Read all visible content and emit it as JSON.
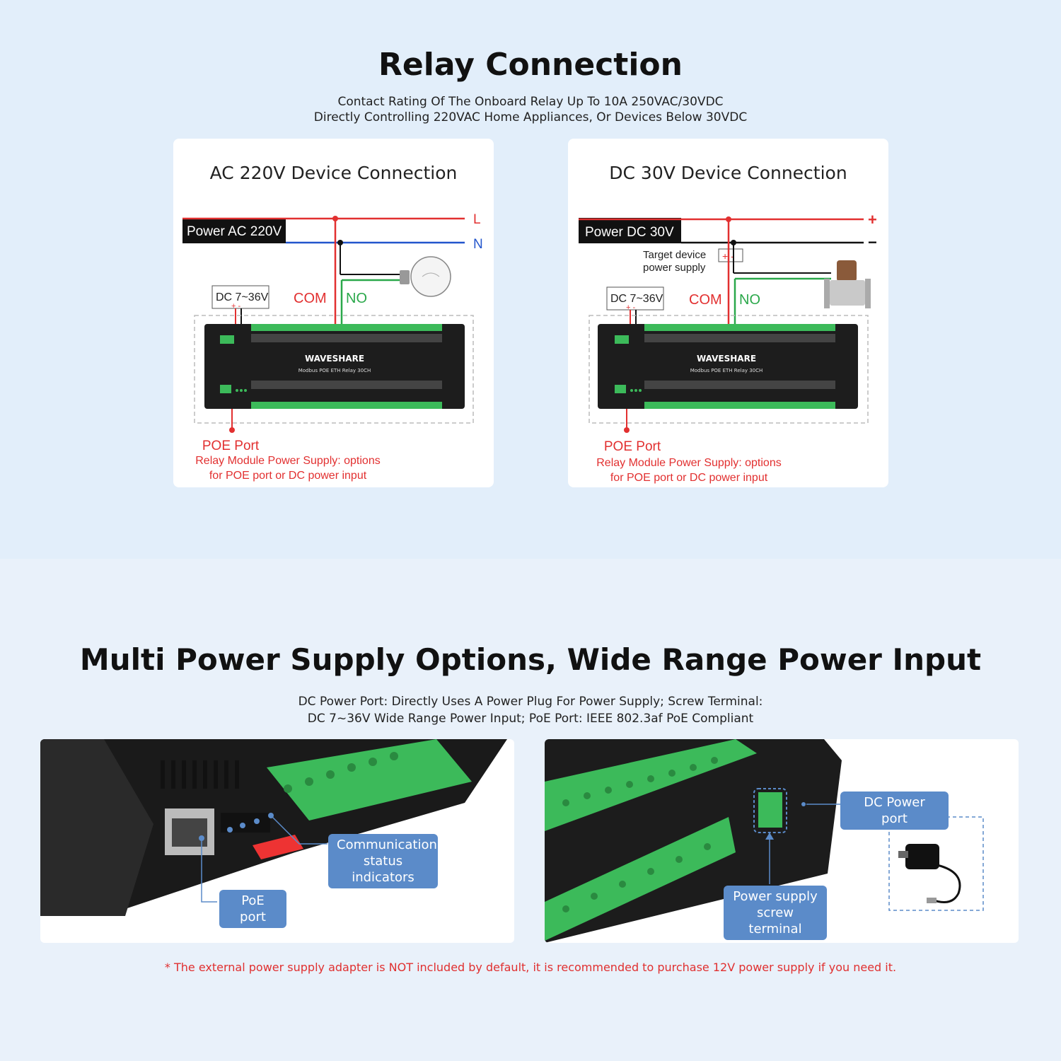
{
  "relay": {
    "title": "Relay Connection",
    "subtitle_line1": "Contact Rating Of The Onboard Relay Up To 10A 250VAC/30VDC",
    "subtitle_line2": "Directly Controlling 220VAC Home Appliances, Or Devices Below 30VDC",
    "ac": {
      "title": "AC 220V Device Connection",
      "power_label": "Power AC 220V",
      "line_l": "L",
      "line_n": "N",
      "dc_label": "DC 7~36V",
      "dc_pm": "+ -",
      "com": "COM",
      "no": "NO",
      "board_brand": "WAVESHARE",
      "board_model": "Modbus POE ETH Relay 30CH",
      "poe_port": "POE Port",
      "note_line1": "Relay Module Power Supply: options",
      "note_line2": "for POE port or DC power input"
    },
    "dc": {
      "title": "DC 30V Device Connection",
      "power_label": "Power DC 30V",
      "line_plus": "+",
      "line_minus": "−",
      "target_line1": "Target device",
      "target_line2": "power supply",
      "target_pm": "+ -",
      "dc_label": "DC 7~36V",
      "dc_pm": "+ -",
      "com": "COM",
      "no": "NO",
      "board_brand": "WAVESHARE",
      "board_model": "Modbus POE ETH Relay 30CH",
      "poe_port": "POE Port",
      "note_line1": "Relay Module Power Supply: options",
      "note_line2": "for POE port or DC power input"
    }
  },
  "power": {
    "title": "Multi Power Supply Options, Wide Range Power Input",
    "subtitle_line1": "DC Power Port: Directly Uses A Power Plug For Power Supply; Screw Terminal:",
    "subtitle_line2": "DC 7~36V Wide Range Power Input; PoE Port: IEEE 802.3af PoE Compliant",
    "left_labels": {
      "comm_line1": "Communication",
      "comm_line2": "status indicators",
      "poe": "PoE port"
    },
    "right_labels": {
      "dc_port": "DC Power port",
      "screw_line1": "Power supply",
      "screw_line2": "screw terminal"
    },
    "footnote": "* The external power supply adapter is NOT included by default, it is recommended to purchase 12V power supply if you need it."
  },
  "colors": {
    "red": "#e23030",
    "blue": "#2255cc",
    "green": "#2aa84a",
    "label_blue": "#5b8bc9"
  }
}
